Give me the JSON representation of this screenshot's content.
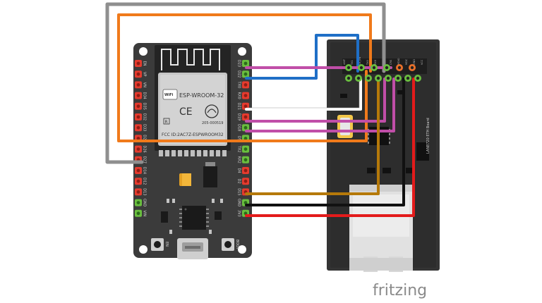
{
  "module": {
    "brand": "ESP-WROOM-32",
    "fcc": "FCC ID:2AC7Z-ESPWROOM32",
    "r_mark": "R",
    "code": "205-000519",
    "wifi": "WiFi",
    "ce": "CE"
  },
  "board": {
    "en_label": "EN",
    "boot_label": "BOOT",
    "left_pins": [
      "EN",
      "VP",
      "VN",
      "D34",
      "D35",
      "D32",
      "D33",
      "D25",
      "D26",
      "D27",
      "D14",
      "D12",
      "D13",
      "GND",
      "VIN"
    ],
    "right_pins": [
      "D23",
      "D22",
      "TX0",
      "RX0",
      "D21",
      "D19",
      "D18",
      "D5",
      "TX2",
      "RX2",
      "D4",
      "D2",
      "D15",
      "GND",
      "3V3"
    ]
  },
  "eth": {
    "label": "LAN8720 ETH Board",
    "top_labels": [
      "nINT",
      "TX1",
      "TX_EN",
      "TX0",
      "RX0",
      "RX1",
      "CRS",
      "MDIO",
      "MDC",
      "GND",
      "VCC"
    ]
  },
  "footer": {
    "logo": "fritzing"
  },
  "colors": {
    "orange": "#f07a1b",
    "grey": "#9a9a9a",
    "blue": "#1f6fc7",
    "magenta": "#c04ea8",
    "white": "#ffffff",
    "brown": "#b5790a",
    "black": "#111111",
    "red": "#e31b1b",
    "board": "#3a3a3a",
    "eth_board": "#2f2f2f",
    "pin_green": "#6abf3f",
    "pin_red": "#e63b2e"
  }
}
